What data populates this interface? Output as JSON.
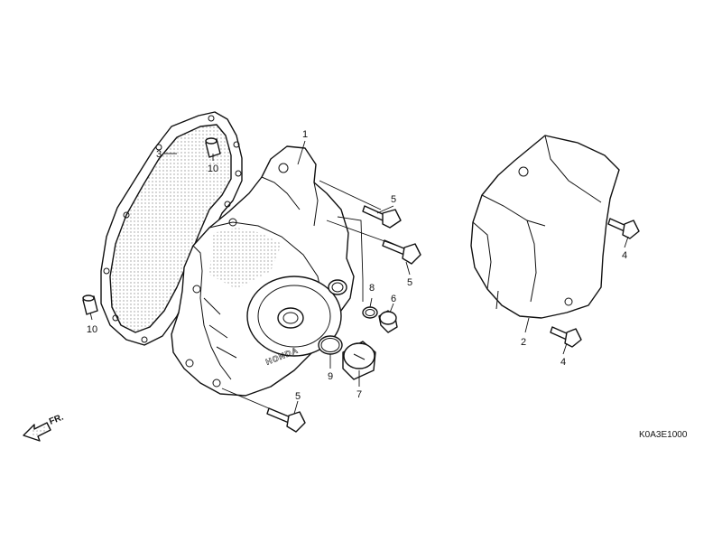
{
  "callouts": {
    "c1": "1",
    "c2": "2",
    "c3": "3",
    "c4a": "4",
    "c4b": "4",
    "c5a": "5",
    "c5b": "5",
    "c5c": "5",
    "c6": "6",
    "c7": "7",
    "c8": "8",
    "c9": "9",
    "c10a": "10",
    "c10b": "10"
  },
  "front_indicator": "FR.",
  "cover_brand": "HONDA",
  "diagram_code": "K0A3E1000"
}
